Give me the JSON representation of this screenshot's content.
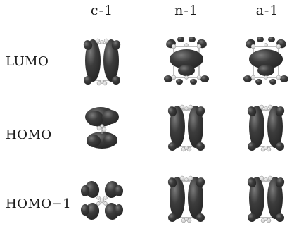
{
  "columns": [
    "c-1",
    "n-1",
    "a-1"
  ],
  "rows": [
    "LUMO",
    "HOMO",
    "HOMO−1"
  ],
  "colors": {
    "lobe": "#262626",
    "lobe_highlight": "#7a7a7a",
    "atom": "#c8c8c8",
    "bond": "#9a9a9a"
  },
  "orbitals": [
    {
      "row": "LUMO",
      "column": "c-1",
      "icon": "orbital-pair-vertical"
    },
    {
      "row": "LUMO",
      "column": "n-1",
      "icon": "orbital-central-torus"
    },
    {
      "row": "LUMO",
      "column": "a-1",
      "icon": "orbital-central-torus"
    },
    {
      "row": "HOMO",
      "column": "c-1",
      "icon": "orbital-two-clouds"
    },
    {
      "row": "HOMO",
      "column": "n-1",
      "icon": "orbital-pair-vertical"
    },
    {
      "row": "HOMO",
      "column": "a-1",
      "icon": "orbital-pair-vertical"
    },
    {
      "row": "HOMO−1",
      "column": "c-1",
      "icon": "orbital-four-lobes"
    },
    {
      "row": "HOMO−1",
      "column": "n-1",
      "icon": "orbital-pair-vertical"
    },
    {
      "row": "HOMO−1",
      "column": "a-1",
      "icon": "orbital-pair-vertical"
    }
  ]
}
